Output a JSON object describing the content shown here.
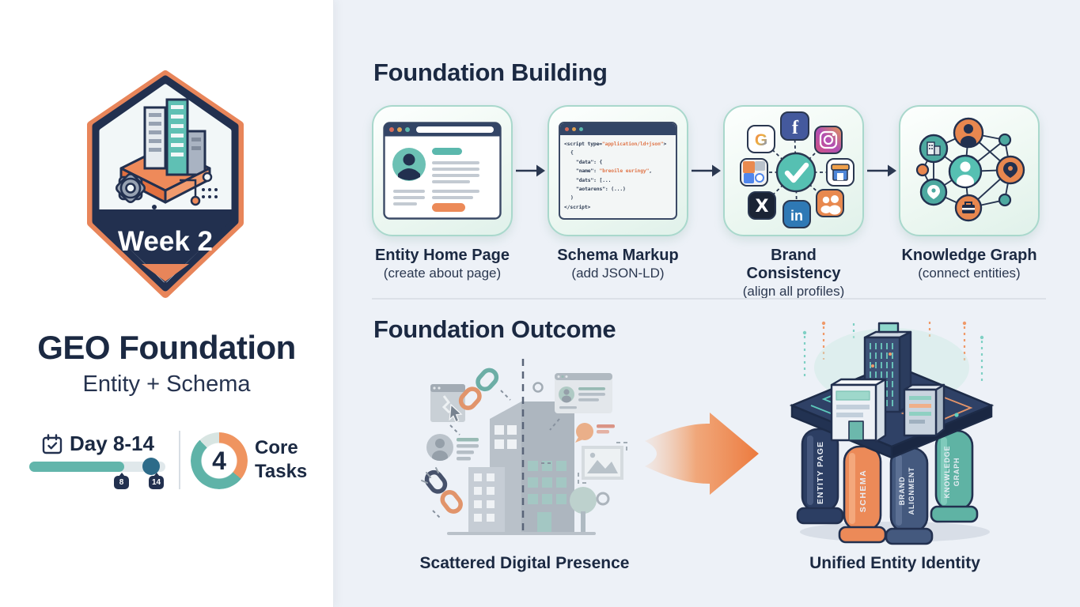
{
  "badge": {
    "week_label": "Week 2",
    "icon": "building-gear-badge"
  },
  "sidebar": {
    "title": "GEO Foundation",
    "subtitle": "Entity + Schema",
    "schedule": {
      "label": "Day 8-14",
      "start": "8",
      "end": "14",
      "progress_pct": 70
    },
    "tasks": {
      "count": "4",
      "label_top": "Core",
      "label_bottom": "Tasks"
    }
  },
  "foundation_building": {
    "heading": "Foundation Building",
    "steps": [
      {
        "title": "Entity Home Page",
        "subtitle": "(create about page)",
        "icon": "browser-profile-page"
      },
      {
        "title": "Schema Markup",
        "subtitle": "(add JSON-LD)",
        "icon": "code-window"
      },
      {
        "title": "Brand Consistency",
        "subtitle": "(align all profiles)",
        "icon": "social-profiles-check"
      },
      {
        "title": "Knowledge Graph",
        "subtitle": "(connect entities)",
        "icon": "entity-network"
      }
    ],
    "code": {
      "l1a": "<script type=",
      "l1b": "\"application/ld+json\"",
      "l1c": ">",
      "l2": "{",
      "l3": "\"data\": {",
      "l4a": "\"name\": ",
      "l4b": "\"breoile euringy\"",
      "l4c": ",",
      "l5": "\"dats\": [...",
      "l6": "\"aotarens\": (...)",
      "l7": ")",
      "l8": "</script>"
    }
  },
  "foundation_outcome": {
    "heading": "Foundation Outcome",
    "before_caption": "Scattered Digital Presence",
    "after_caption": "Unified Entity Identity",
    "pillars": [
      {
        "line1": "ENTITY PAGE",
        "line2": ""
      },
      {
        "line1": "SCHEMA",
        "line2": ""
      },
      {
        "line1": "BRAND",
        "line2": "ALIGNMENT"
      },
      {
        "line1": "KNOWLEDGE",
        "line2": "GRAPH"
      }
    ]
  },
  "colors": {
    "navy": "#1b2942",
    "orange": "#ec8a58",
    "teal": "#5fb3a8",
    "card_border": "#a9d8cc",
    "panel_bg": "#edf1f7"
  }
}
